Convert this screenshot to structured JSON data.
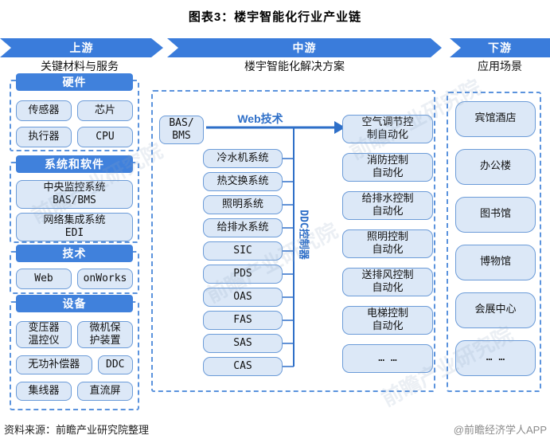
{
  "title": "图表3：楼宇智能化行业产业链",
  "banners": [
    {
      "label": "上游",
      "sublabel": "关键材料与服务"
    },
    {
      "label": "中游",
      "sublabel": "楼宇智能化解决方案"
    },
    {
      "label": "下游",
      "sublabel": "应用场景"
    }
  ],
  "upstream": {
    "groups": [
      {
        "header": "硬件",
        "items": [
          "传感器",
          "芯片",
          "执行器",
          "CPU"
        ]
      },
      {
        "header": "系统和软件",
        "items": [
          "中央监控系统\nBAS/BMS",
          "网络集成系统\nEDI"
        ]
      },
      {
        "header": "技术",
        "items": [
          "Web",
          "onWorks"
        ]
      },
      {
        "header": "设备",
        "items": [
          "变压器\n温控仪",
          "微机保\n护装置",
          "无功补偿器",
          "DDC",
          "集线器",
          "直流屏"
        ]
      }
    ]
  },
  "midstream": {
    "bas_label": "BAS/\nBMS",
    "web_label": "Web技术",
    "ddc_label": "DDC控制器",
    "systems": [
      "冷水机系统",
      "热交换系统",
      "照明系统",
      "给排水系统",
      "SIC",
      "PDS",
      "OAS",
      "FAS",
      "SAS",
      "CAS"
    ],
    "automation": [
      "空气调节控\n制自动化",
      "消防控制\n自动化",
      "给排水控制\n自动化",
      "照明控制\n自动化",
      "送排风控制\n自动化",
      "电梯控制\n自动化",
      "… …"
    ]
  },
  "downstream": {
    "items": [
      "宾馆酒店",
      "办公楼",
      "图书馆",
      "博物馆",
      "会展中心",
      "… …"
    ]
  },
  "footer": {
    "source": "资料来源：前瞻产业研究院整理",
    "credit": "@前瞻经济学人APP"
  },
  "watermark": "前瞻产业研究院",
  "colors": {
    "banner_blue": "#3a7cdb",
    "header_blue": "#4081dc",
    "box_fill": "#dce8f7",
    "box_border": "#6b9bd8",
    "line_blue": "#2e6fc8"
  }
}
